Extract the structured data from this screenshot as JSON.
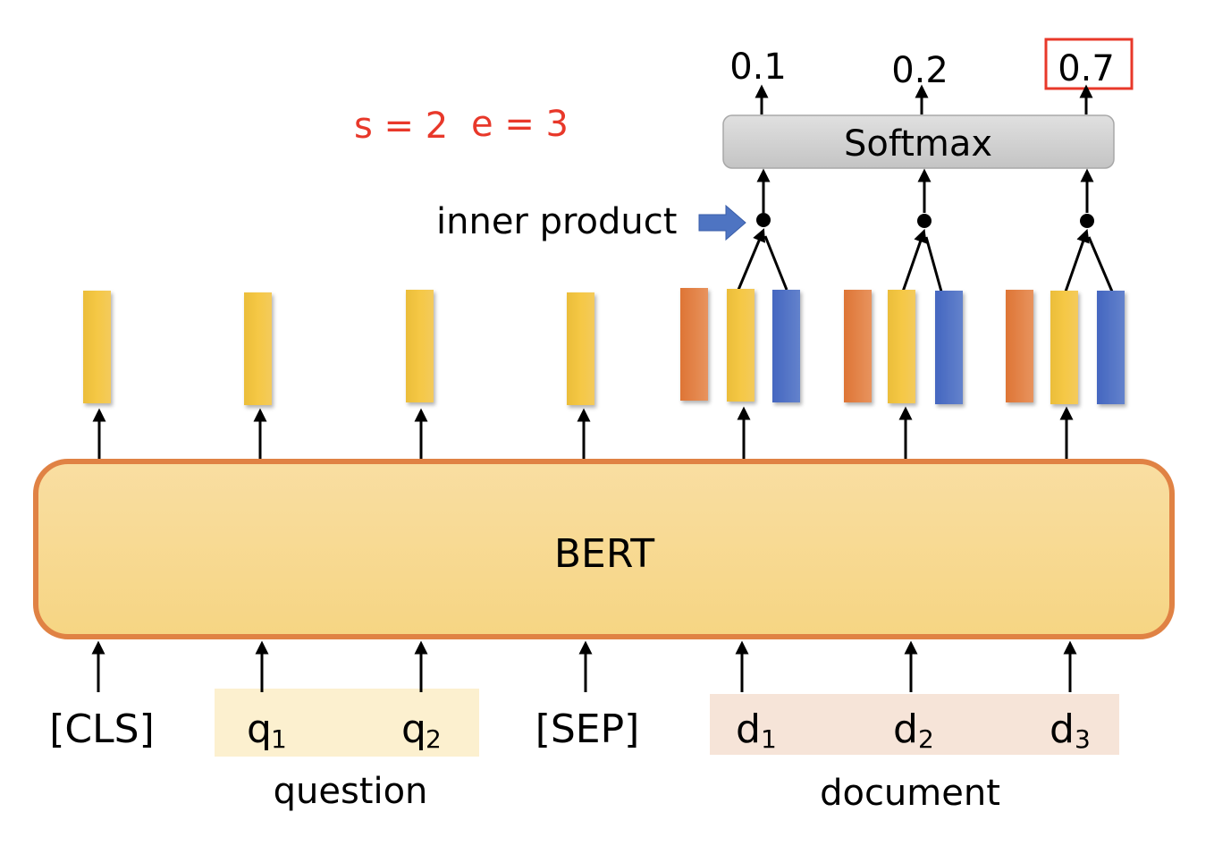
{
  "diagram": {
    "model_label": "BERT",
    "softmax_label": "Softmax",
    "inner_product_label": "inner product",
    "span_annotation": {
      "start": "s = 2",
      "end": "e = 3"
    },
    "probabilities": [
      {
        "value": "0.1",
        "highlighted": false
      },
      {
        "value": "0.2",
        "highlighted": false
      },
      {
        "value": "0.7",
        "highlighted": true
      }
    ],
    "tokens": [
      {
        "base": "[CLS]",
        "subscript": ""
      },
      {
        "base": "q",
        "subscript": "1"
      },
      {
        "base": "q",
        "subscript": "2"
      },
      {
        "base": "[SEP]",
        "subscript": ""
      },
      {
        "base": "d",
        "subscript": "1"
      },
      {
        "base": "d",
        "subscript": "2"
      },
      {
        "base": "d",
        "subscript": "3"
      }
    ],
    "group_labels": {
      "question": "question",
      "document": "document"
    },
    "colors": {
      "bert_fill": "#f8d995",
      "bert_border": "#e08244",
      "token_vector": "#f4c542",
      "start_vector": "#e8844a",
      "end_vector": "#4a6fc4",
      "question_bg": "#fcf0cf",
      "document_bg": "#f6e4d8",
      "highlight": "#e8382a",
      "softmax_fill": "#d0d0d0",
      "pointer_arrow": "#4e74c2"
    }
  }
}
